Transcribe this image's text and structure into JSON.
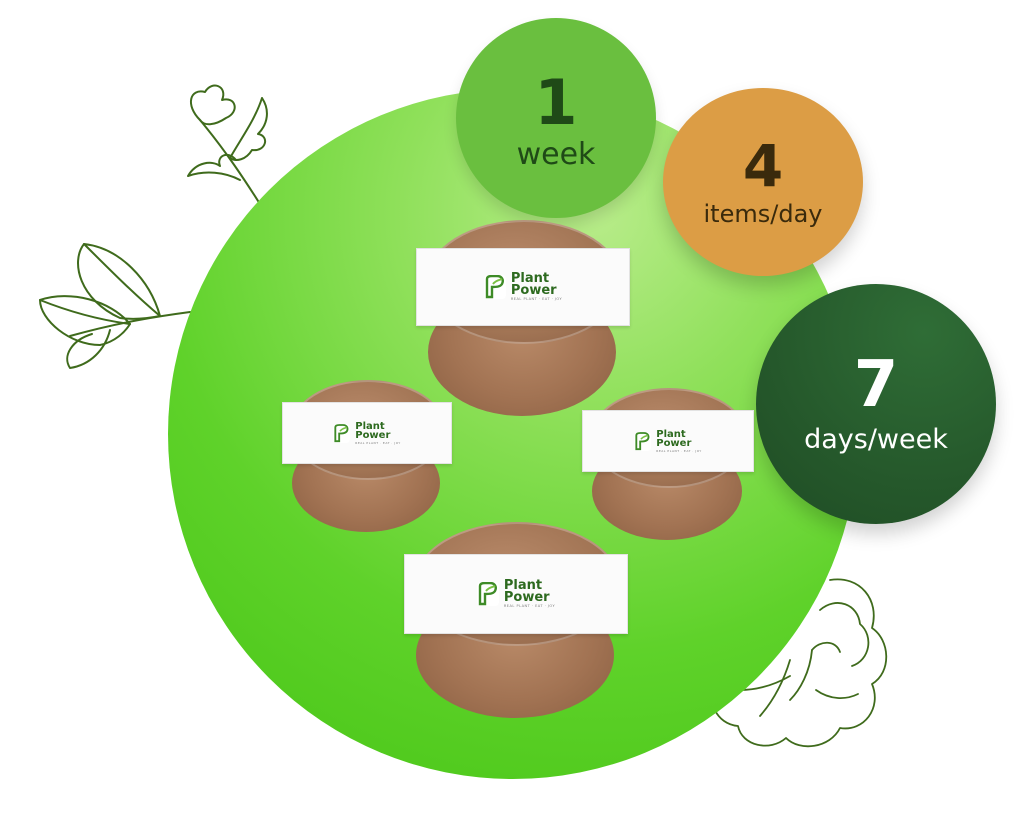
{
  "stats": [
    {
      "value": "1",
      "unit": "week",
      "color": "#6abf3f"
    },
    {
      "value": "4",
      "unit": "items/day",
      "color": "#dc9d45"
    },
    {
      "value": "7",
      "unit": "days/week",
      "color": "#25582b"
    }
  ],
  "product": {
    "brand_line1": "Plant",
    "brand_line2": "Power",
    "tagline": "REAL PLANT · EAT · JOY",
    "container_count": 4
  },
  "colors": {
    "background_circle": "#5fd22a",
    "doodle_stroke": "#3f6b1c"
  }
}
